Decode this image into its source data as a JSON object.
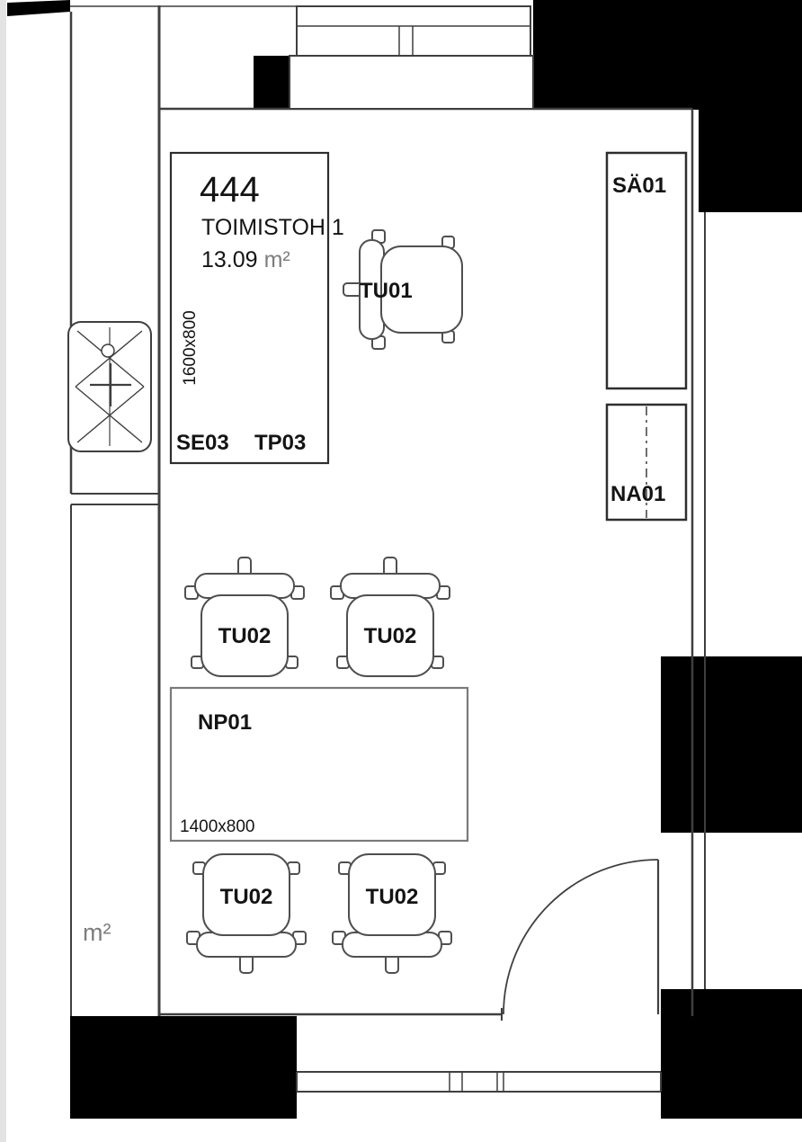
{
  "floor_plan": {
    "room": {
      "number": "444",
      "name": "TOIMISTOH 1",
      "area_value": "13.09",
      "area_unit": "m²"
    },
    "desk": {
      "code_primary": "SE03",
      "code_secondary": "TP03",
      "dimensions": "1600x800"
    },
    "task_chair": {
      "label": "TU01"
    },
    "meeting_table": {
      "label": "NP01",
      "dimensions": "1400x800"
    },
    "guest_chairs": [
      {
        "label": "TU02"
      },
      {
        "label": "TU02"
      },
      {
        "label": "TU02"
      },
      {
        "label": "TU02"
      }
    ],
    "cabinet": {
      "label": "SÄ01"
    },
    "coat_rack": {
      "label": "NA01"
    },
    "adjacent_room": {
      "area_unit_fragment": "m²"
    },
    "colors": {
      "wall_fill": "#000000",
      "line": "#3f3f3f",
      "furniture_line": "#4f4f4f",
      "text": "#141414",
      "unit_text": "#7d7d7d",
      "background": "#ffffff"
    }
  }
}
